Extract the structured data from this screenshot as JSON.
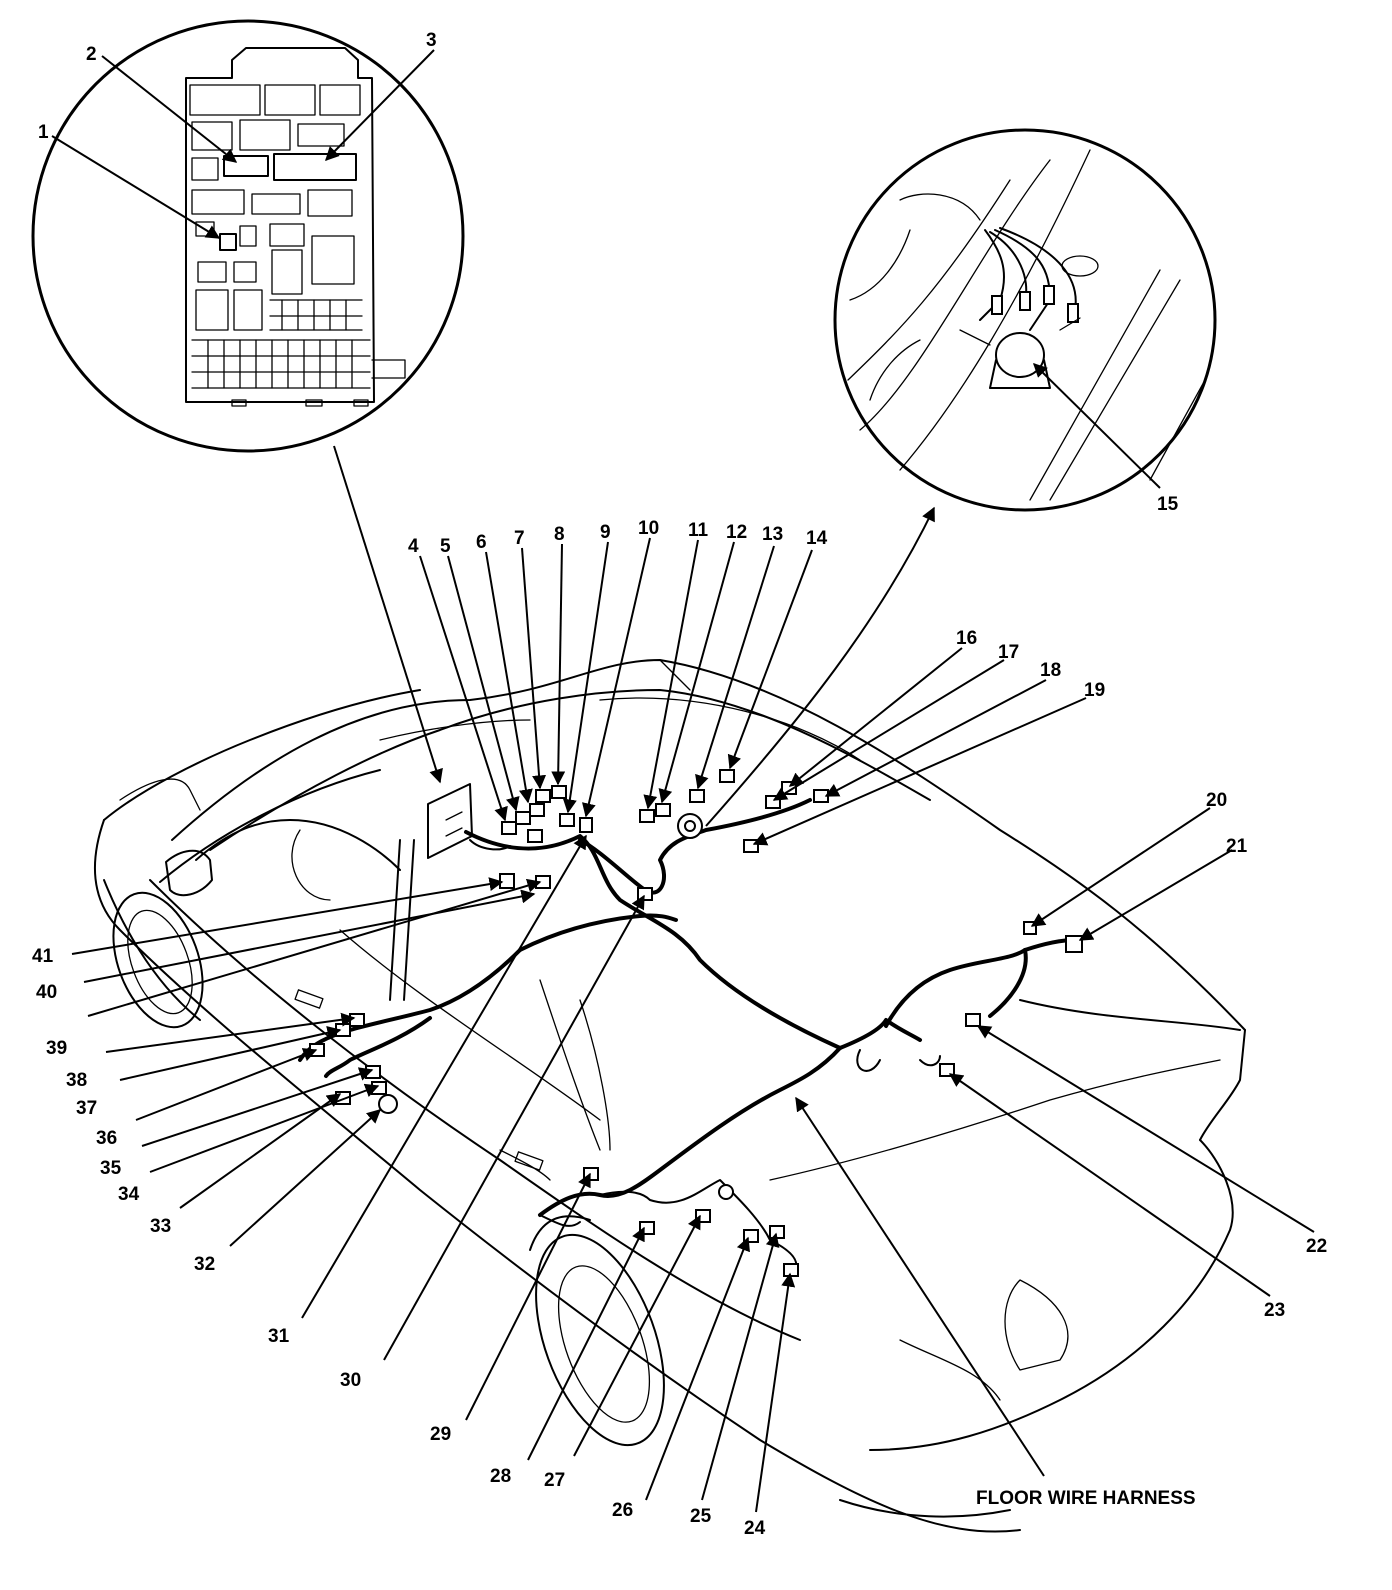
{
  "labels": {
    "n1": "1",
    "n2": "2",
    "n3": "3",
    "n4": "4",
    "n5": "5",
    "n6": "6",
    "n7": "7",
    "n8": "8",
    "n9": "9",
    "n10": "10",
    "n11": "11",
    "n12": "12",
    "n13": "13",
    "n14": "14",
    "n15": "15",
    "n16": "16",
    "n17": "17",
    "n18": "18",
    "n19": "19",
    "n20": "20",
    "n21": "21",
    "n22": "22",
    "n23": "23",
    "n24": "24",
    "n25": "25",
    "n26": "26",
    "n27": "27",
    "n28": "28",
    "n29": "29",
    "n30": "30",
    "n31": "31",
    "n32": "32",
    "n33": "33",
    "n34": "34",
    "n35": "35",
    "n36": "36",
    "n37": "37",
    "n38": "38",
    "n39": "39",
    "n40": "40",
    "n41": "41"
  },
  "harness_label": "FLOOR WIRE HARNESS"
}
